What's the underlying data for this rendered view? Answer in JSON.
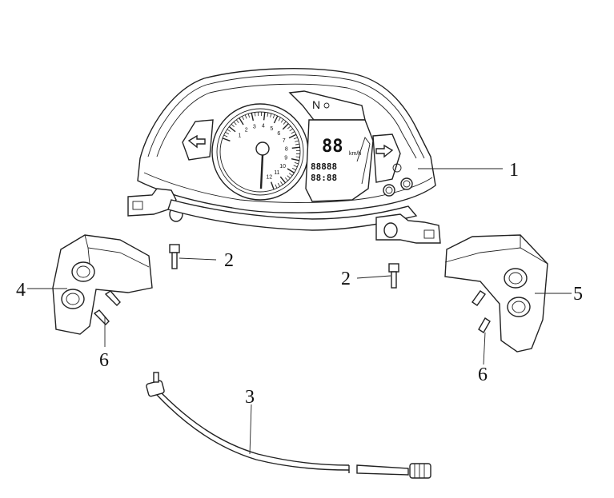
{
  "diagram": {
    "callouts": [
      "1",
      "2",
      "2",
      "3",
      "4",
      "5",
      "6",
      "6"
    ],
    "gauge": {
      "tach_numbers": [
        "1",
        "2",
        "3",
        "4",
        "5",
        "6",
        "7",
        "8",
        "9",
        "10",
        "11",
        "12"
      ],
      "gear_indicator": "N",
      "speed_digits": "88",
      "speed_unit": "km/h",
      "odometer_digits": "88888",
      "clock_digits": "88:88"
    }
  }
}
